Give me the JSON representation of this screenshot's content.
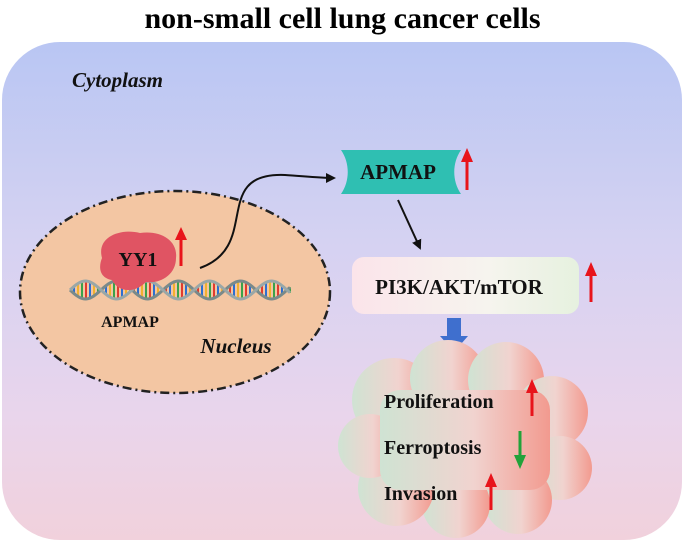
{
  "title": "non-small cell lung cancer cells",
  "compartments": {
    "cytoplasm": "Cytoplasm",
    "nucleus": "Nucleus"
  },
  "nucleus_content": {
    "transcription_factor": "YY1",
    "gene": "APMAP"
  },
  "pathway": {
    "protein": "APMAP",
    "signaling": "PI3K/AKT/mTOR"
  },
  "outcomes": [
    {
      "label": "Proliferation",
      "direction": "up"
    },
    {
      "label": "Ferroptosis",
      "direction": "down"
    },
    {
      "label": "Invasion",
      "direction": "up"
    }
  ],
  "colors": {
    "up_arrow": "#e8141b",
    "down_arrow": "#22a23a",
    "apmap_box": "#2fbfb2",
    "yy1_blob": "#e05463",
    "nucleus_fill": "#f3c6a3",
    "flow_arrow": "#3f6fce"
  }
}
